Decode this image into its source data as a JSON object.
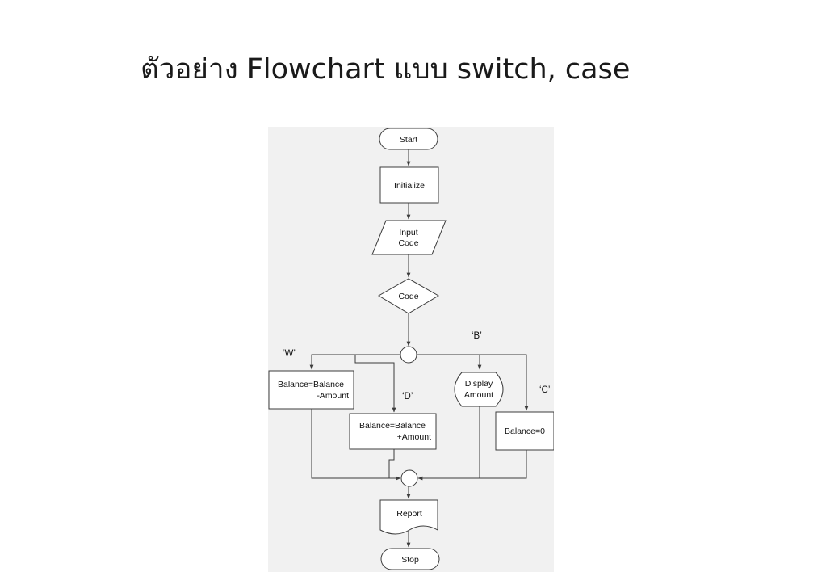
{
  "slide": {
    "title": "ตัวอย่าง Flowchart แบบ switch, case"
  },
  "flowchart": {
    "start": "Start",
    "initialize": "Initialize",
    "input": {
      "line1": "Input",
      "line2": "Code"
    },
    "decision": "Code",
    "cases": {
      "w": "‘W’",
      "b": "‘B’",
      "d": "‘D’",
      "c": "‘C’"
    },
    "withdraw": {
      "line1": "Balance=Balance",
      "line2": "-Amount"
    },
    "deposit": {
      "line1": "Balance=Balance",
      "line2": "+Amount"
    },
    "display": {
      "line1": "Display",
      "line2": "Amount"
    },
    "clear": "Balance=0",
    "report": "Report",
    "stop": "Stop"
  }
}
